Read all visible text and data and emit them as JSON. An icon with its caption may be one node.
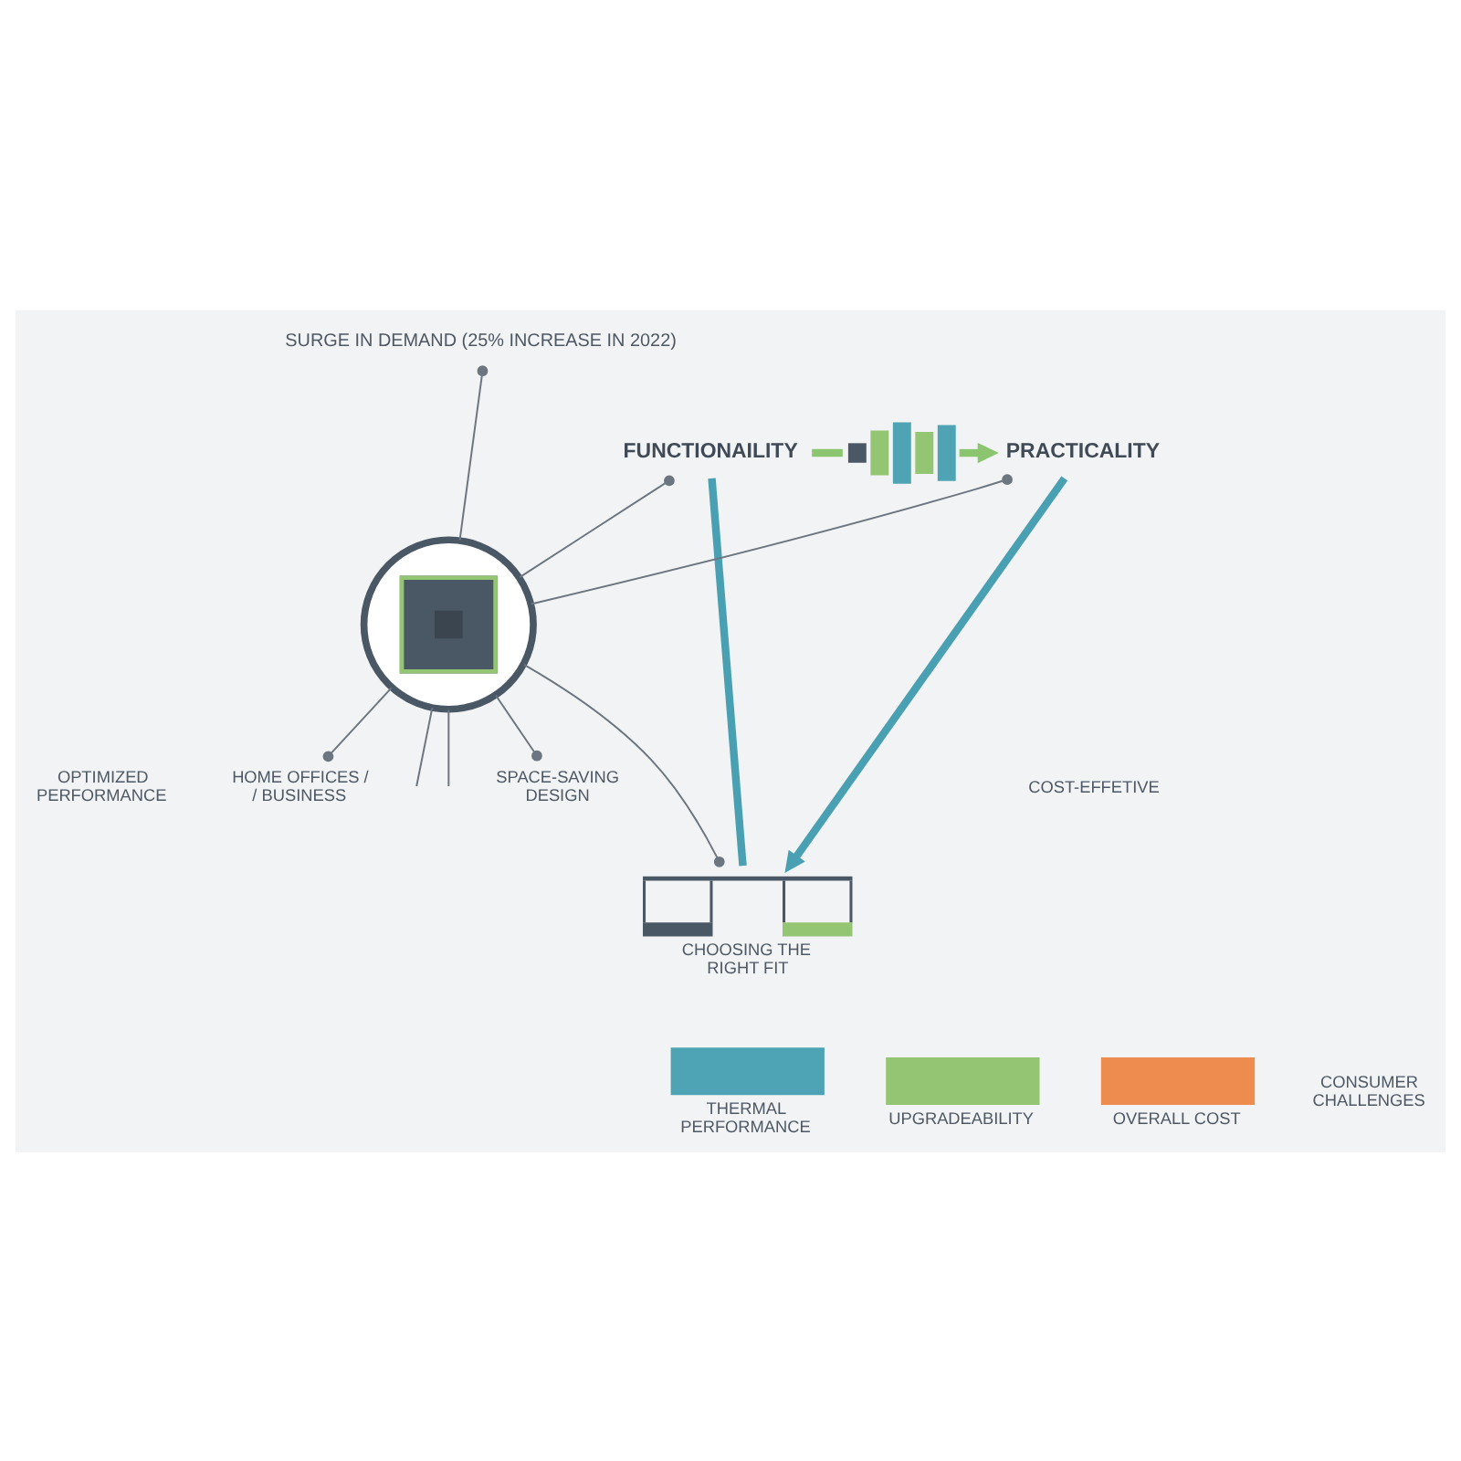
{
  "diagram": {
    "nodes": [
      {
        "text": [],
        "shape": "picture"
      },
      {
        "text": [
          "SURGE IN DEMAND (25% INCREASE IN 2022)"
        ]
      },
      {
        "text": [
          "FUNCTIONAILITY"
        ]
      },
      {
        "text": [
          "PRACTICALITY"
        ]
      },
      {
        "text": [
          "OPTIMIZED PERFORMANCE"
        ]
      },
      {
        "text": [
          "HOME OFFICES / / BUSINESS"
        ]
      },
      {
        "text": [],
        "shape": "circle"
      },
      {
        "text": [
          "SPACE-SAVING DESIGN"
        ]
      },
      {
        "text": [
          "COST-EFFETIVE"
        ]
      },
      {
        "text": [
          "CHOOSING THE RIGHT FIT"
        ]
      },
      {
        "text": [
          "THERMAL PERFORMANCE"
        ]
      },
      {
        "text": [
          "UPGRADEABILITY"
        ]
      },
      {
        "text": [
          "OVERALL COST"
        ]
      }
    ],
    "edges": [
      {
        "from": 2,
        "to": 0,
        "arrow": "none",
        "style": "thick",
        "color": "#8cc56f"
      },
      {
        "from": 0,
        "to": 3,
        "arrow": "to",
        "style": "thick",
        "color": "#8cc56f"
      },
      {
        "from": 3,
        "to": 9,
        "arrow": "to",
        "style": "thick",
        "color": "#4aa0b3"
      },
      {
        "from": 2,
        "to": 9,
        "arrow": "none",
        "style": "thick",
        "color": "#4aa0b3"
      },
      {
        "from": 6,
        "to": 2,
        "arrow": "other"
      },
      {
        "from": 6,
        "to": 1,
        "arrow": "other"
      },
      {
        "from": 6,
        "to": 3,
        "arrow": "other"
      },
      {
        "from": 6,
        "to": 5,
        "arrow": "other"
      },
      {
        "from": 6,
        "to": null,
        "arrow": "none"
      },
      {
        "from": 6,
        "to": 9,
        "arrow": "other"
      },
      {
        "from": 6,
        "to": null,
        "arrow": "none"
      },
      {
        "from": 6,
        "to": 7,
        "arrow": "other"
      }
    ],
    "labels": [
      "CONSUMER CHALLENGES"
    ]
  }
}
